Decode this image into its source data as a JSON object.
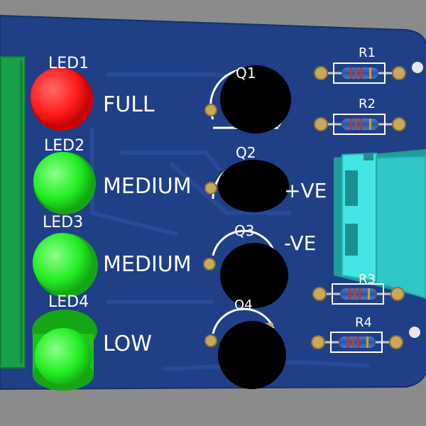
{
  "colors": {
    "background": "#8b8b8b",
    "board": "#1f3f86",
    "silkscreen": "#ffffff",
    "led_red": "#ff2020",
    "led_green": "#22ee22",
    "connector": "#35d6d6",
    "terminal_block": "#1aa04a",
    "pad": "#c9a85a"
  },
  "leds": [
    {
      "ref": "LED1",
      "label": "FULL",
      "color": "red"
    },
    {
      "ref": "LED2",
      "label": "MEDIUM",
      "color": "green"
    },
    {
      "ref": "LED3",
      "label": "MEDIUM",
      "color": "green"
    },
    {
      "ref": "LED4",
      "label": "LOW",
      "color": "green"
    }
  ],
  "transistors": [
    "Q1",
    "Q2",
    "Q3",
    "Q4"
  ],
  "resistors": [
    "R1",
    "R2",
    "R3",
    "R4"
  ],
  "power": {
    "positive": "+VE",
    "negative": "-VE"
  }
}
